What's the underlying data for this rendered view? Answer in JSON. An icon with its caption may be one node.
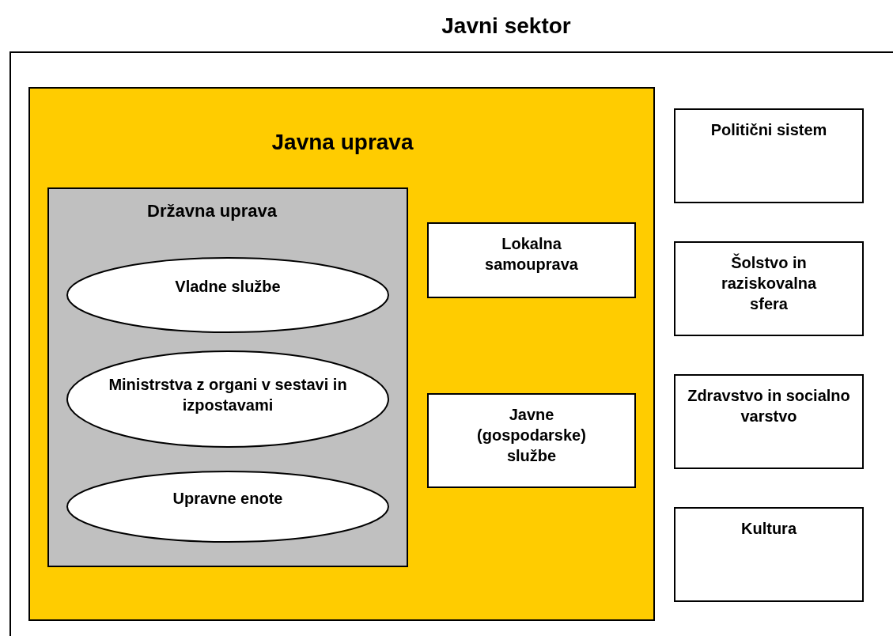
{
  "diagram": {
    "nodes": [
      {
        "text": [
          "Javni sektor"
        ]
      },
      {
        "text": [
          "Javna uprava"
        ],
        "in": 0
      },
      {
        "text": [
          "Državna uprava"
        ],
        "in": 1
      },
      {
        "text": [
          "Vladne službe"
        ],
        "in": 2
      },
      {
        "text": [
          "Ministrstva z organi v sestavi in izpostavami"
        ],
        "in": 2
      },
      {
        "text": [
          "Upravne enote"
        ],
        "in": 2
      },
      {
        "text": [
          "Lokalna samouprava"
        ],
        "in": 1
      },
      {
        "text": [
          "Javne (gospodarske) službe"
        ],
        "in": 1
      },
      {
        "text": [
          "Politični sistem"
        ],
        "in": 0
      },
      {
        "text": [
          "Šolstvo in raziskovalna sfera"
        ],
        "in": 0
      },
      {
        "text": [
          "Zdravstvo in socialno varstvo"
        ],
        "in": 0
      },
      {
        "text": [
          "Kultura"
        ],
        "in": 0
      }
    ]
  }
}
